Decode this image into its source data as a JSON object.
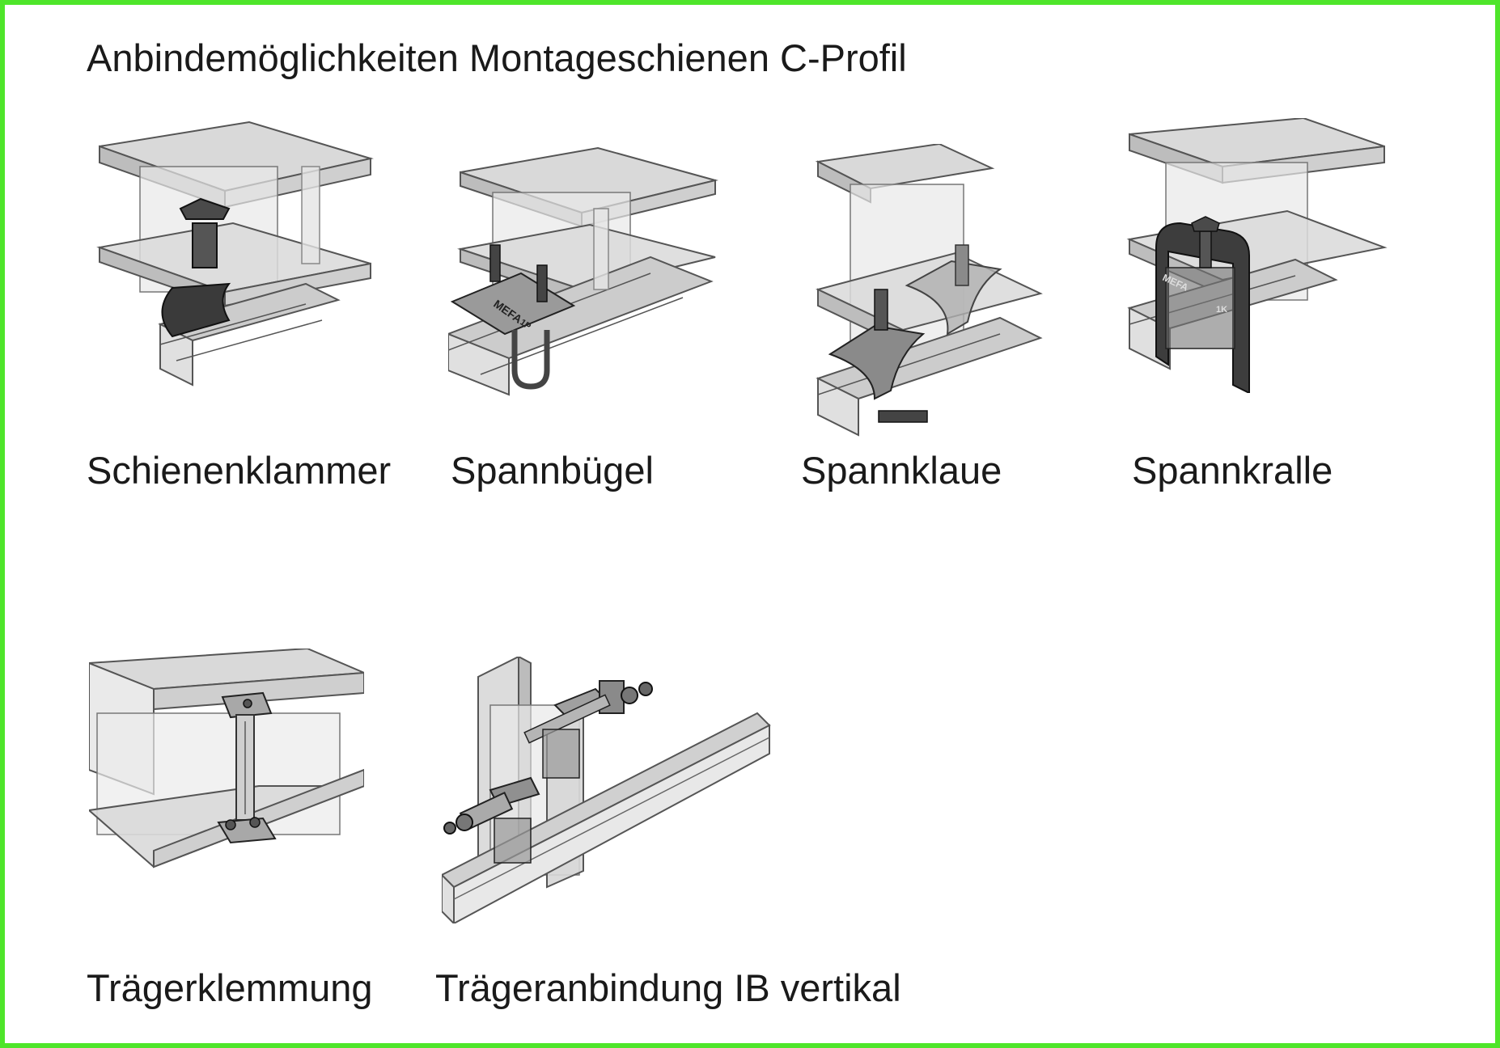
{
  "page": {
    "title": "Anbindemöglichkeiten Montageschienen C-Profil",
    "border_color": "#4ee52a"
  },
  "items": [
    {
      "label": "Schienenklammer"
    },
    {
      "label": "Spannbügel",
      "marking_brand": "MEFA",
      "marking_code": "1P"
    },
    {
      "label": "Spannklaue"
    },
    {
      "label": "Spannkralle",
      "marking_brand": "MEFA",
      "marking_code": "1K"
    },
    {
      "label": "Trägerklemmung"
    },
    {
      "label": "Trägeranbindung IB vertikal"
    }
  ]
}
